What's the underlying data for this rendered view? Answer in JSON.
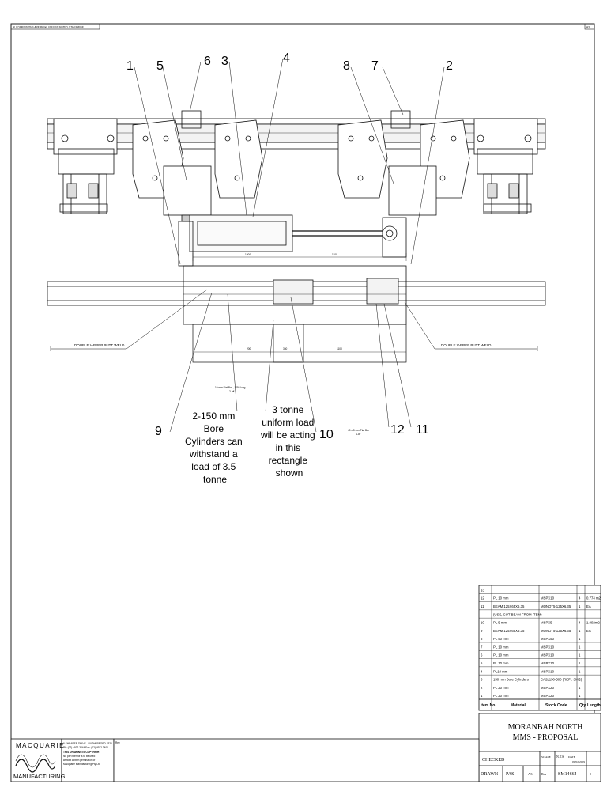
{
  "sheet": {
    "top_note": "ALL DIMENSIONS ARE IN mm UNLESS NOTED OTHERWISE",
    "corner_tag": "A3"
  },
  "callouts": {
    "c1": "1",
    "c2": "2",
    "c3": "3",
    "c4": "4",
    "c5": "5",
    "c6": "6",
    "c7": "7",
    "c8": "8",
    "c9": "9",
    "c10": "10",
    "c11": "11",
    "c12": "12"
  },
  "drawing": {
    "weld_left": "DOUBLE V-PREP BUTT WELD",
    "weld_right": "DOUBLE V-PREP BUTT WELD",
    "flat_bar_note": [
      "10 mm Flat Bar , 1056 long",
      "2-off"
    ],
    "flat_bar_note2": [
      "40 x 5 mm Flat Bar",
      "4-off"
    ],
    "dim_1": "1500",
    "dim_2": "1100",
    "dim_3": "1100",
    "dim_4": "200",
    "dim_5": "350"
  },
  "annotations": {
    "cylinders": [
      "2-150 mm",
      "Bore",
      "Cylinders can",
      "withstand a",
      "load of 3.5",
      "tonne"
    ],
    "load": [
      "3 tonne",
      "uniform load",
      "will be acting",
      "in this",
      "rectangle",
      "shown"
    ]
  },
  "bom": {
    "headers": [
      "Item No.",
      "Material",
      "Stock Code",
      "Qty",
      "Length"
    ],
    "rows": [
      [
        "13",
        "",
        "",
        "",
        ""
      ],
      [
        "12",
        "PL 10 mm",
        "MSPX10",
        "4",
        "0.774 m2"
      ],
      [
        "11",
        "BEAM 125X65X6.35",
        "MONOT5-125X6.35",
        "1",
        "EA"
      ],
      [
        "",
        "(USE, CUT BEAM FROM ITEM)",
        "",
        "",
        ""
      ],
      [
        "10",
        "PL 5 mm",
        "MSPX5",
        "4",
        "1.992m2"
      ],
      [
        "9",
        "BEAM 125X65X6.35",
        "MONOT5-125X6.35",
        "1",
        "EA"
      ],
      [
        "8",
        "PL 50 mm",
        "MSPX50",
        "1",
        ""
      ],
      [
        "7",
        "PL 10 mm",
        "MSPX10",
        "1",
        ""
      ],
      [
        "6",
        "PL 10 mm",
        "MSPX10",
        "1",
        ""
      ],
      [
        "5",
        "PL 10 mm",
        "MSPX10",
        "1",
        ""
      ],
      [
        "4",
        "PL10 mm",
        "MSPX10",
        "1",
        ""
      ],
      [
        "3",
        "150 mm Bore Cylinders",
        "CA2L150-500 (REF : SMC)",
        "2",
        ""
      ],
      [
        "2",
        "PL 20 mm",
        "MSPX20",
        "1",
        ""
      ],
      [
        "1",
        "PL 20 mm",
        "MSPX20",
        "1",
        ""
      ]
    ]
  },
  "title_block": {
    "title_line1": "MORANBAH NORTH",
    "title_line2": "MMS - PROPOSAL",
    "checked_label": "CHECKED",
    "drawn_label": "DRAWN",
    "drawn_by": "PAS",
    "sc_label": "SC ALE",
    "nts": "N.T.S",
    "date_label": "DATE",
    "date": "09/02/2009",
    "dwg_no": "SM14664",
    "size": "A3",
    "rev_label": "Rev",
    "rev": "0"
  },
  "company": {
    "name_top": "MACQUARIE",
    "name_bottom": "MANUFACTURING",
    "info": [
      "6 SHEARER DRIVE - RUTHERFORD 2320",
      "Ph: (02) 4932 3444  Fax: (02) 4932 3400",
      "THIS DRAWING IS COPYRIGHT",
      "No part thereof is to be used",
      "without written permission of",
      "Macquarie Manufacturing Pty Ltd"
    ],
    "rev_box_label": "Rev"
  }
}
